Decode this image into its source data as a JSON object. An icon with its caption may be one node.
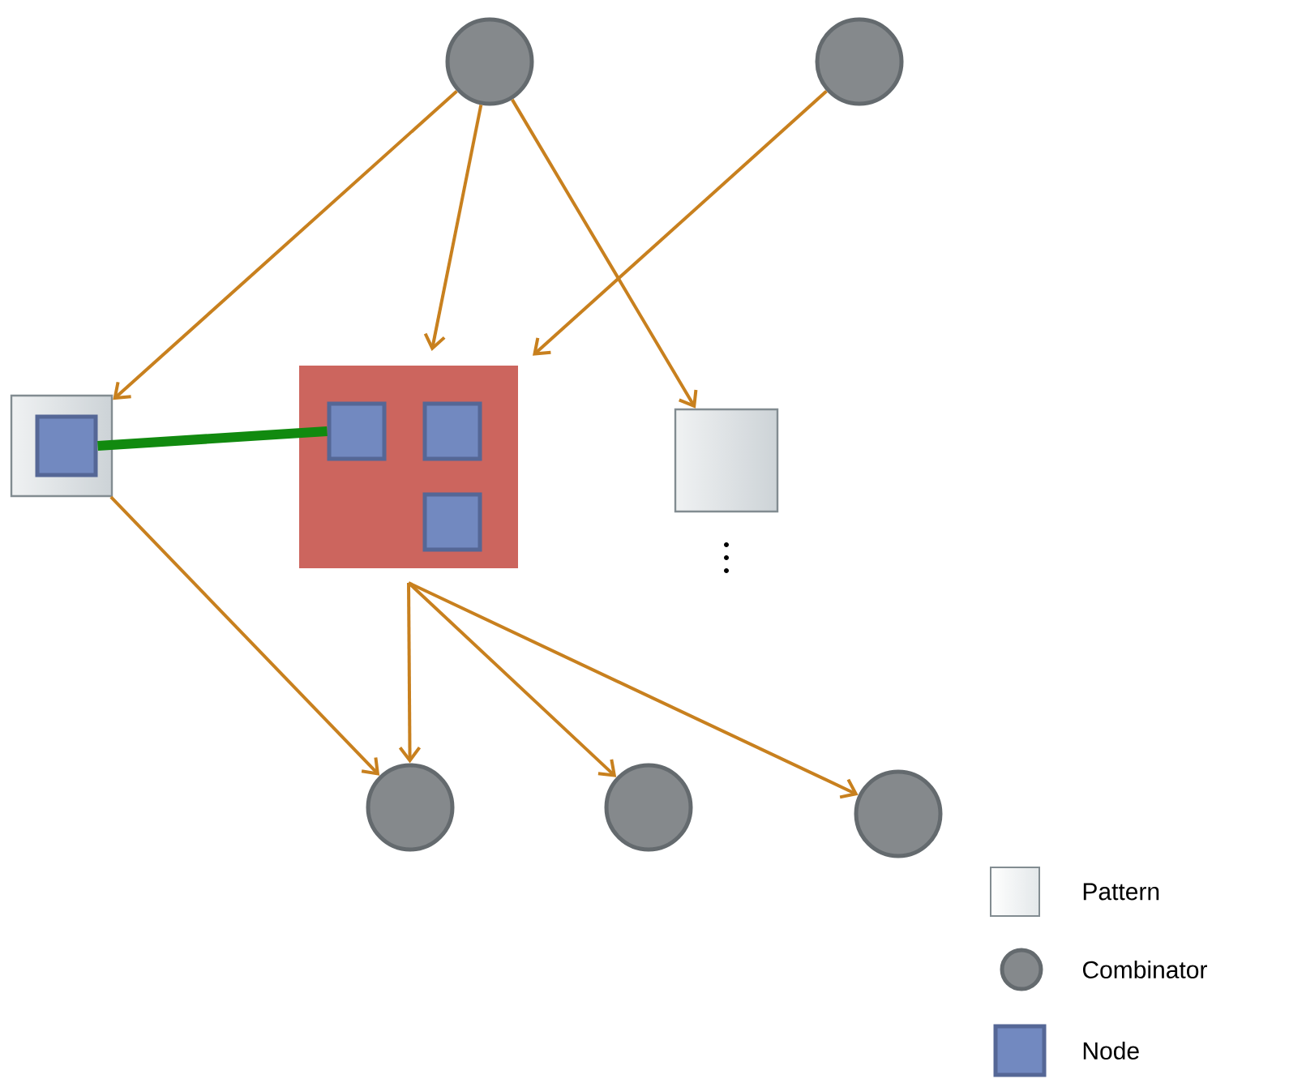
{
  "diagram": {
    "nodes": [
      {
        "text": [],
        "shape": "circle"
      },
      {
        "text": [],
        "shape": "circle"
      },
      {
        "text": [],
        "shape": "box"
      },
      {
        "text": [],
        "shape": "box",
        "in": 2
      },
      {
        "text": [],
        "shape": "box"
      },
      {
        "text": [],
        "shape": "box",
        "in": 4
      },
      {
        "text": [],
        "shape": "box",
        "in": 4
      },
      {
        "text": [],
        "shape": "box",
        "in": 4
      },
      {
        "text": [],
        "shape": "box"
      },
      {
        "text": [],
        "shape": "circle"
      },
      {
        "text": [],
        "shape": "circle"
      },
      {
        "text": [],
        "shape": "circle"
      }
    ],
    "edges": [
      {
        "from": 0,
        "to": 2,
        "arrow": "to"
      },
      {
        "from": 0,
        "to": 4,
        "arrow": "to"
      },
      {
        "from": 0,
        "to": 8,
        "arrow": "to"
      },
      {
        "from": 1,
        "to": 4,
        "arrow": "to"
      },
      {
        "from": 3,
        "to": 5,
        "arrow": "none",
        "style": "thick",
        "color": "#118a0f"
      },
      {
        "from": 2,
        "to": 9,
        "arrow": "to"
      },
      {
        "from": 4,
        "to": 9,
        "arrow": "to"
      },
      {
        "from": 4,
        "to": 10,
        "arrow": "to"
      },
      {
        "from": 4,
        "to": 11,
        "arrow": "to"
      }
    ],
    "legend": [
      {
        "text": "Pattern",
        "color": "#e4e8ea"
      },
      {
        "text": "Combinator",
        "color": "#85898c"
      },
      {
        "text": "Node",
        "color": "#7289c0"
      }
    ]
  }
}
